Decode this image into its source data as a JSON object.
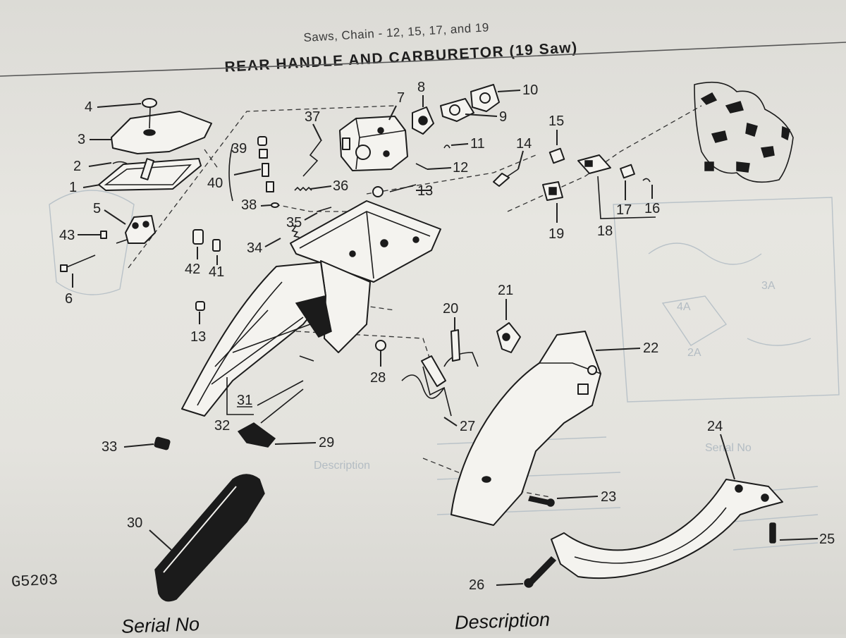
{
  "page": {
    "running_header": "Saws, Chain - 12, 15, 17, and 19",
    "section_title": "REAR HANDLE AND CARBURETOR (19 Saw)",
    "figure_id": "G5203",
    "column_headers": {
      "serial_no": "Serial No",
      "description": "Description"
    }
  },
  "diagram": {
    "callouts": [
      "1",
      "2",
      "3",
      "4",
      "5",
      "6",
      "7",
      "8",
      "9",
      "10",
      "11",
      "12",
      "13",
      "14",
      "15",
      "16",
      "17",
      "18",
      "19",
      "20",
      "21",
      "22",
      "23",
      "24",
      "25",
      "26",
      "27",
      "28",
      "29",
      "30",
      "31",
      "32",
      "33",
      "34",
      "35",
      "36",
      "37",
      "38",
      "39",
      "40",
      "41",
      "42",
      "43"
    ],
    "duplicate_callouts": [
      "13"
    ]
  }
}
